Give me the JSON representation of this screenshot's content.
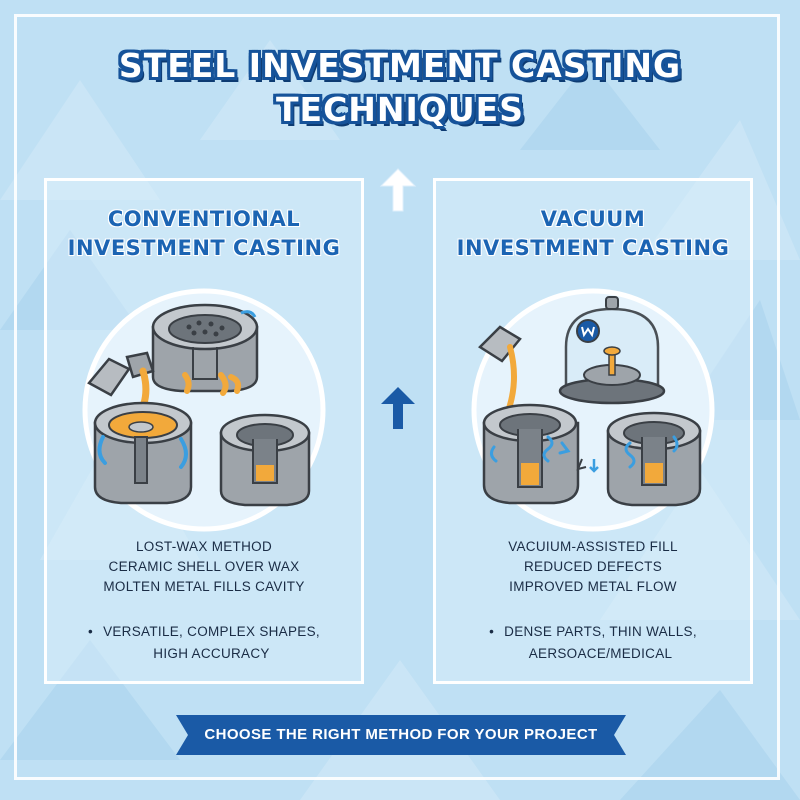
{
  "title": {
    "line1": "STEEL INVESTMENT CASTING",
    "line2": "TECHNIQUES"
  },
  "panels": [
    {
      "heading_line1": "CONVENTIONAL",
      "heading_line2": "INVESTMENT CASTING",
      "lines": [
        "LOST-WAX METHOD",
        "CERAMIC SHELL OVER WAX",
        "MOLTEN METAL FILLS CAVITY"
      ],
      "bullets": [
        "VERSATILE, COMPLEX SHAPES,\nHIGH ACCURACY"
      ]
    },
    {
      "heading_line1": "VACUUM",
      "heading_line2": "INVESTMENT CASTING",
      "lines": [
        "VACUIUM-ASSISTED FILL",
        "REDUCED DEFECTS",
        "IMPROVED METAL FLOW"
      ],
      "bullets": [
        "DENSE PARTS, THIN WALLS,\nAERSOACE/MEDICAL"
      ]
    }
  ],
  "bullet_symbol": "•",
  "banner": {
    "text": "CHOOSE THE RIGHT METHOD FOR YOUR PROJECT"
  },
  "colors": {
    "background": "#bfe0f4",
    "heading_blue": "#1b64b3",
    "banner_blue": "#1a5aa6",
    "metal_gray": "#9aa0a6",
    "molten_orange": "#f2a93b",
    "flow_blue": "#3b9ee0"
  },
  "icons": [
    "upward-arrow-icon",
    "mold-icon",
    "ladle-icon",
    "vacuum-bell-jar-icon"
  ]
}
